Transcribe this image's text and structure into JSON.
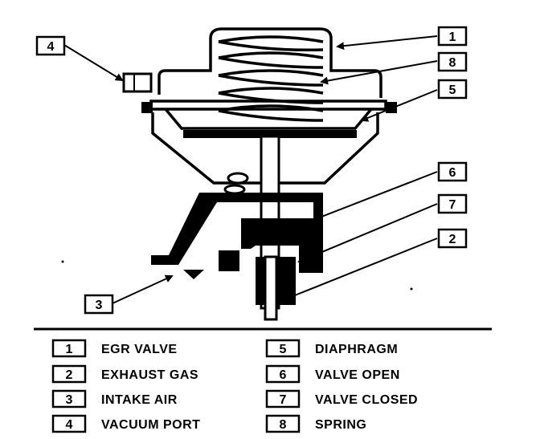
{
  "callouts": [
    {
      "num": "1"
    },
    {
      "num": "8"
    },
    {
      "num": "5"
    },
    {
      "num": "4"
    },
    {
      "num": "6"
    },
    {
      "num": "7"
    },
    {
      "num": "2"
    },
    {
      "num": "3"
    }
  ],
  "legend": [
    {
      "num": "1",
      "label": "EGR VALVE"
    },
    {
      "num": "2",
      "label": "EXHAUST GAS"
    },
    {
      "num": "3",
      "label": "INTAKE AIR"
    },
    {
      "num": "4",
      "label": "VACUUM PORT"
    },
    {
      "num": "5",
      "label": "DIAPHRAGM"
    },
    {
      "num": "6",
      "label": "VALVE OPEN"
    },
    {
      "num": "7",
      "label": "VALVE CLOSED"
    },
    {
      "num": "8",
      "label": "SPRING"
    }
  ]
}
